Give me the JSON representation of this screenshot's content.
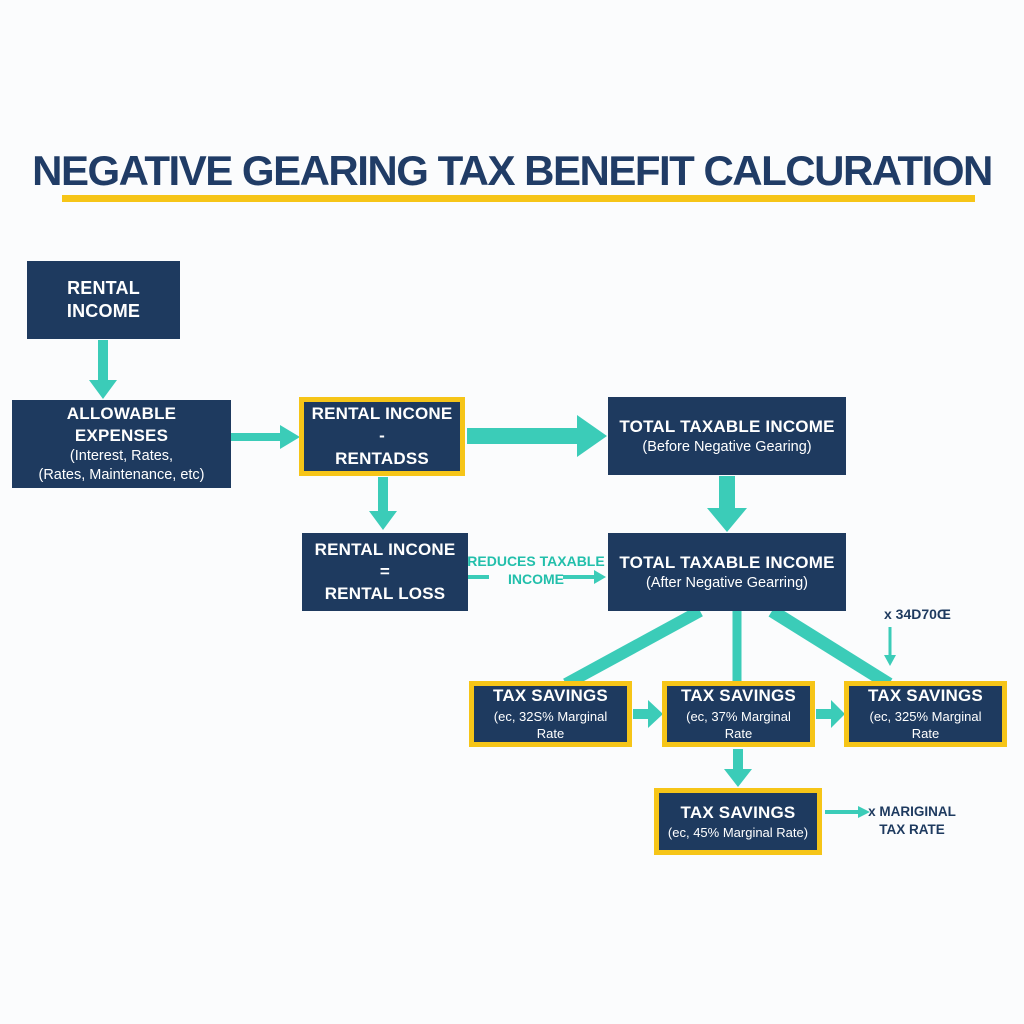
{
  "colors": {
    "navy": "#1E3A5F",
    "title": "#203C66",
    "teal": "#3BCCB8",
    "teal-text": "#22BFAB",
    "yellow": "#F6C518",
    "bg": "#FBFCFD"
  },
  "title": {
    "text": "NEGATIVE GEARING TAX BENEFIT CALCURATION"
  },
  "boxes": {
    "rental_income": {
      "line1": "RENTAL",
      "line2": "INCOME"
    },
    "allowable_expenses": {
      "title": "ALLOWABLE EXPENSES",
      "sub1": "(Interest, Rates,",
      "sub2": "(Rates, Maintenance, etc)"
    },
    "rental_income_minus": {
      "line1": "RENTAL INCONE -",
      "line2": "RENTADSS"
    },
    "taxable_before": {
      "title": "TOTAL TAXABLE INCOME",
      "sub": "(Before Negative Gearing)"
    },
    "taxable_after": {
      "title": "TOTAL TAXABLE INCOME",
      "sub": "(After Negative Gearring)"
    },
    "rental_loss": {
      "line1": "RENTAL INCONE =",
      "line2": "RENTAL LOSS"
    },
    "tax_savings_1": {
      "title": "TAX SAVINGS",
      "sub": "(ec, 32S% Marginal Rate"
    },
    "tax_savings_2": {
      "title": "TAX SAVINGS",
      "sub": "(ec, 37% Marginal Rate"
    },
    "tax_savings_3": {
      "title": "TAX SAVINGS",
      "sub": "(ec, 325% Marginal Rate"
    },
    "tax_savings_4": {
      "title": "TAX SAVINGS",
      "sub": "(ec, 45% Marginal Rate)"
    }
  },
  "labels": {
    "reduces_line1": "REDUCES TAXABLE",
    "reduces_line2": "INCOME",
    "multiplier_note": "x 34D70Œ",
    "marginal_line1": "x MARIGINAL",
    "marginal_line2": "TAX RATE"
  }
}
